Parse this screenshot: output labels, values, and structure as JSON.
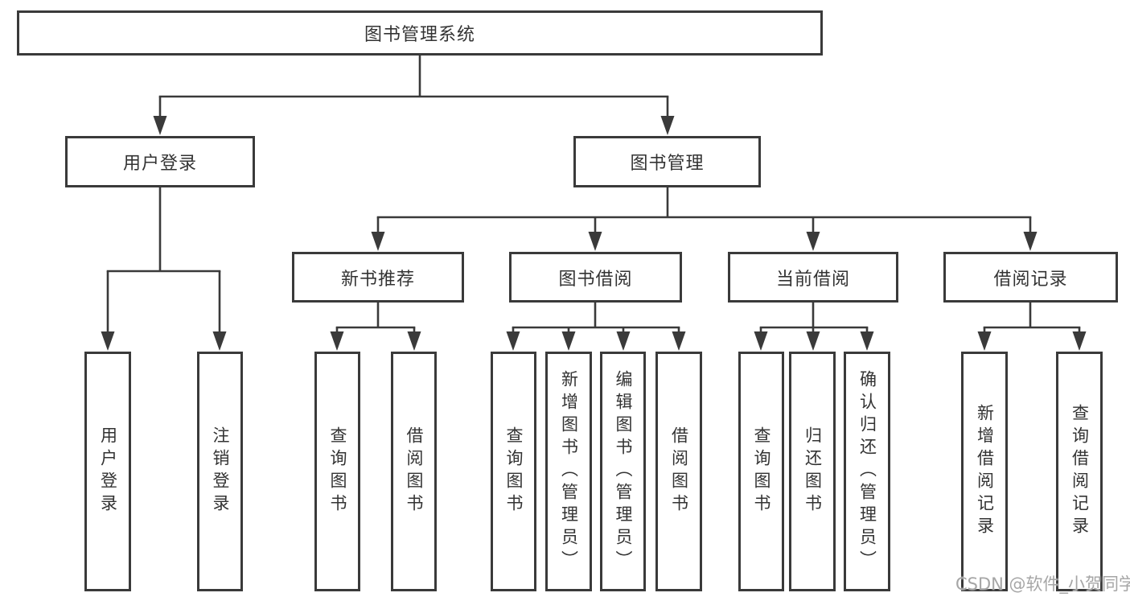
{
  "tree": {
    "label": "图书管理系统",
    "children": [
      {
        "label": "用户登录",
        "children": [
          {
            "label": "用户登录"
          },
          {
            "label": "注销登录"
          }
        ]
      },
      {
        "label": "图书管理",
        "children": [
          {
            "label": "新书推荐",
            "children": [
              {
                "label": "查询图书"
              },
              {
                "label": "借阅图书"
              }
            ]
          },
          {
            "label": "图书借阅",
            "children": [
              {
                "label": "查询图书"
              },
              {
                "label": "新增图书（管理员）"
              },
              {
                "label": "编辑图书（管理员）"
              },
              {
                "label": "借阅图书"
              }
            ]
          },
          {
            "label": "当前借阅",
            "children": [
              {
                "label": "查询图书"
              },
              {
                "label": "归还图书"
              },
              {
                "label": "确认归还（管理员）"
              }
            ]
          },
          {
            "label": "借阅记录",
            "children": [
              {
                "label": "新增借阅记录"
              },
              {
                "label": "查询借阅记录"
              }
            ]
          }
        ]
      }
    ]
  },
  "watermark": {
    "text": "CSDN @软件_小贺同学"
  },
  "colors": {
    "line": "#3a3a3a",
    "text": "#333333",
    "watermark": "#a6a6a6",
    "bg": "#ffffff"
  }
}
